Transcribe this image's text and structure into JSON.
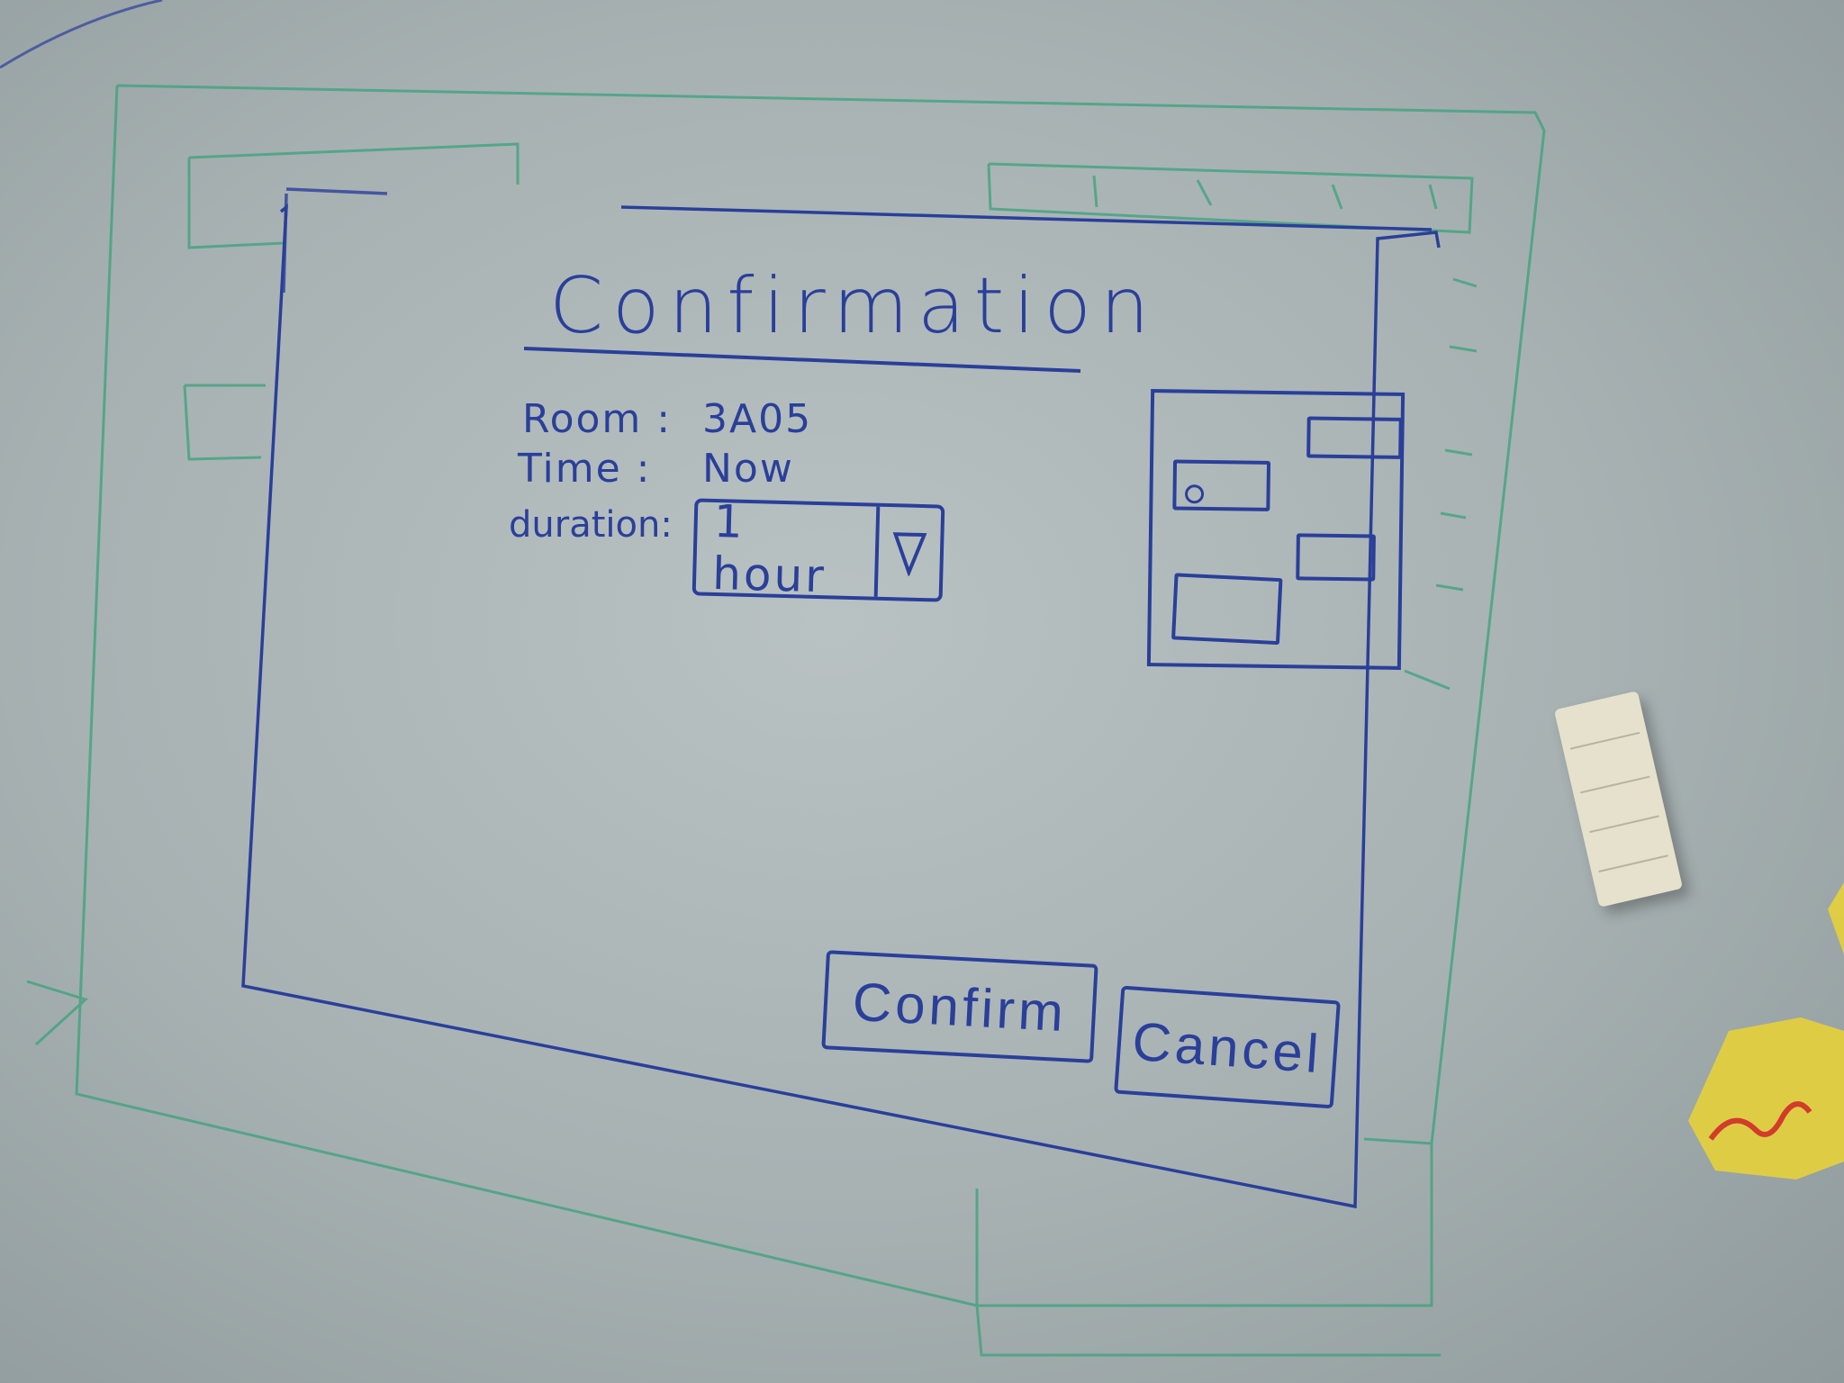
{
  "dialog": {
    "title": "Confirmation",
    "fields": [
      {
        "label": "Room :",
        "value": "3A05"
      },
      {
        "label": "Time :",
        "value": "Now"
      },
      {
        "label": "duration:",
        "value": "1 hour"
      }
    ],
    "dropdown_icon": "chevron-down-icon",
    "confirm_label": "Confirm",
    "cancel_label": "Cancel"
  },
  "colors": {
    "ink_blue": "#2a3f9a",
    "ink_green": "#2e9a70",
    "board": "#a7b1b2",
    "marker_red": "#d8311f",
    "marker_yellow": "#e6d23a"
  }
}
